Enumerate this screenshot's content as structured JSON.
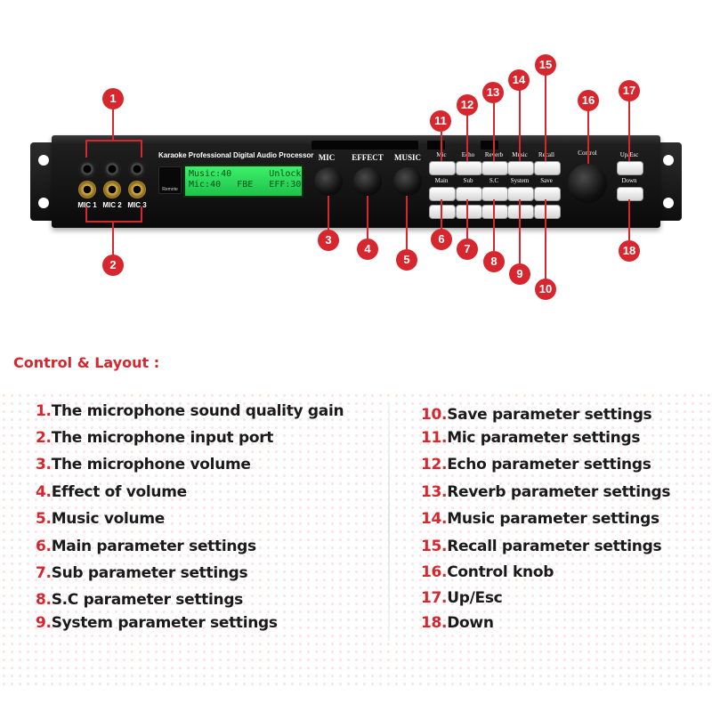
{
  "device": {
    "panel_title": "Karaoke Professional Digital Audio Processor",
    "mic_port_labels": [
      "MIC 1",
      "MIC 2",
      "MIC 3"
    ],
    "lcd_line1": "Music:40       Unlock",
    "lcd_line2": "Mic:40   FBE   EFF:30",
    "remote_label": "Remote",
    "knob_labels": [
      "MIC",
      "EFFECT",
      "MUSIC"
    ],
    "top_buttons": [
      "Mic",
      "Echo",
      "Reverb",
      "Music",
      "Recall"
    ],
    "bottom_buttons": [
      "Main",
      "Sub",
      "S.C",
      "System",
      "Save"
    ],
    "control_label": "Control",
    "nav_buttons": [
      "Up/Esc",
      "Down"
    ]
  },
  "callouts": [
    "1",
    "2",
    "3",
    "4",
    "5",
    "6",
    "7",
    "8",
    "9",
    "10",
    "11",
    "12",
    "13",
    "14",
    "15",
    "16",
    "17",
    "18"
  ],
  "legend": {
    "heading": "Control & Layout :",
    "items": [
      {
        "num": "1.",
        "text": "The microphone sound quality gain"
      },
      {
        "num": "2.",
        "text": "The microphone input port"
      },
      {
        "num": "3.",
        "text": "The microphone volume"
      },
      {
        "num": "4.",
        "text": "Effect of volume"
      },
      {
        "num": "5.",
        "text": "Music volume"
      },
      {
        "num": "6.",
        "text": "Main parameter settings"
      },
      {
        "num": "7.",
        "text": "Sub parameter settings"
      },
      {
        "num": "8.",
        "text": "S.C parameter settings"
      },
      {
        "num": "9.",
        "text": "System parameter settings"
      },
      {
        "num": "10.",
        "text": "Save parameter settings"
      },
      {
        "num": "11.",
        "text": "Mic parameter settings"
      },
      {
        "num": "12.",
        "text": "Echo parameter settings"
      },
      {
        "num": "13.",
        "text": "Reverb parameter settings"
      },
      {
        "num": "14.",
        "text": "Music parameter settings"
      },
      {
        "num": "15.",
        "text": "Recall parameter settings"
      },
      {
        "num": "16.",
        "text": "Control knob"
      },
      {
        "num": "17.",
        "text": "Up/Esc"
      },
      {
        "num": "18.",
        "text": "Down"
      }
    ]
  },
  "colors": {
    "accent": "#d6262e",
    "text": "#1a1a1a",
    "lcd": "#2fe05c",
    "panel": "#141414"
  }
}
